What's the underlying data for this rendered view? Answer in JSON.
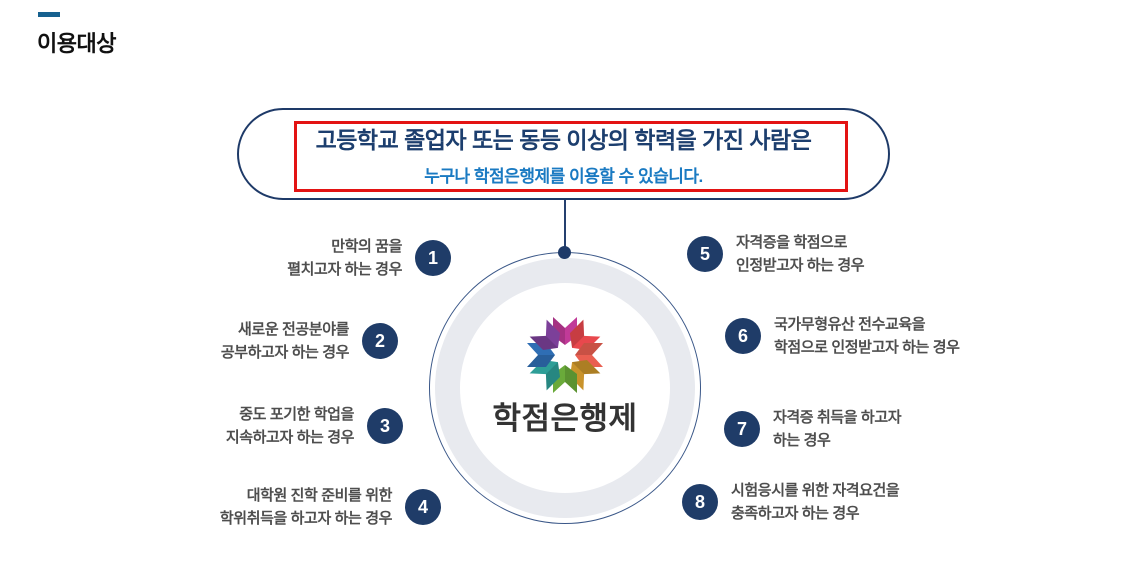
{
  "page": {
    "title": "이용대상"
  },
  "banner": {
    "headline": "고등학교 졸업자 또는 동등 이상의 학력을 가진 사람은",
    "subline": "누구나 학점은행제를 이용할 수 있습니다."
  },
  "center": {
    "logo_label": "학점은행제",
    "logo_icon": "flower-pinwheel-icon",
    "petal_colors": [
      "#c13a98",
      "#e8484d",
      "#e95f51",
      "#c9932b",
      "#6aaa3a",
      "#2e9e97",
      "#2f6eb4",
      "#7c4099"
    ]
  },
  "items": [
    {
      "num": "1",
      "line1": "만학의 꿈을",
      "line2": "펼치고자 하는 경우",
      "side": "left"
    },
    {
      "num": "2",
      "line1": "새로운 전공분야를",
      "line2": "공부하고자 하는 경우",
      "side": "left"
    },
    {
      "num": "3",
      "line1": "중도 포기한 학업을",
      "line2": "지속하고자 하는 경우",
      "side": "left"
    },
    {
      "num": "4",
      "line1": "대학원 진학 준비를 위한",
      "line2": "학위취득을 하고자 하는 경우",
      "side": "left"
    },
    {
      "num": "5",
      "line1": "자격증을 학점으로",
      "line2": "인정받고자 하는 경우",
      "side": "right"
    },
    {
      "num": "6",
      "line1": "국가무형유산 전수교육을",
      "line2": "학점으로 인정받고자 하는 경우",
      "side": "right"
    },
    {
      "num": "7",
      "line1": "자격증 취득을 하고자",
      "line2": "하는 경우",
      "side": "right"
    },
    {
      "num": "8",
      "line1": "시험응시를 위한 자격요건을",
      "line2": "충족하고자 하는 경우",
      "side": "right"
    }
  ],
  "colors": {
    "navy_border": "#1e3a68",
    "headline_navy": "#1c3e6e",
    "sub_blue": "#1a7ac2",
    "highlight_red": "#e31313",
    "badge_navy": "#1f3c68",
    "ring_gray": "#e8eaef",
    "dash_blue": "#16618f",
    "item_text_gray": "#4e4e4e"
  }
}
